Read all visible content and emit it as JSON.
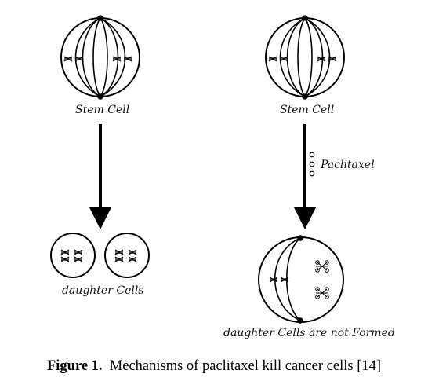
{
  "labels": {
    "left_stem": "Stem Cell",
    "right_stem": "Stem Cell",
    "drug": "Paclitaxel",
    "left_result": "daughter Cells",
    "right_result": "daughter Cells are not Formed"
  },
  "caption": {
    "prefix": "Figure 1.",
    "text": "Mechanisms of paclitaxel kill cancer cells [14]"
  }
}
